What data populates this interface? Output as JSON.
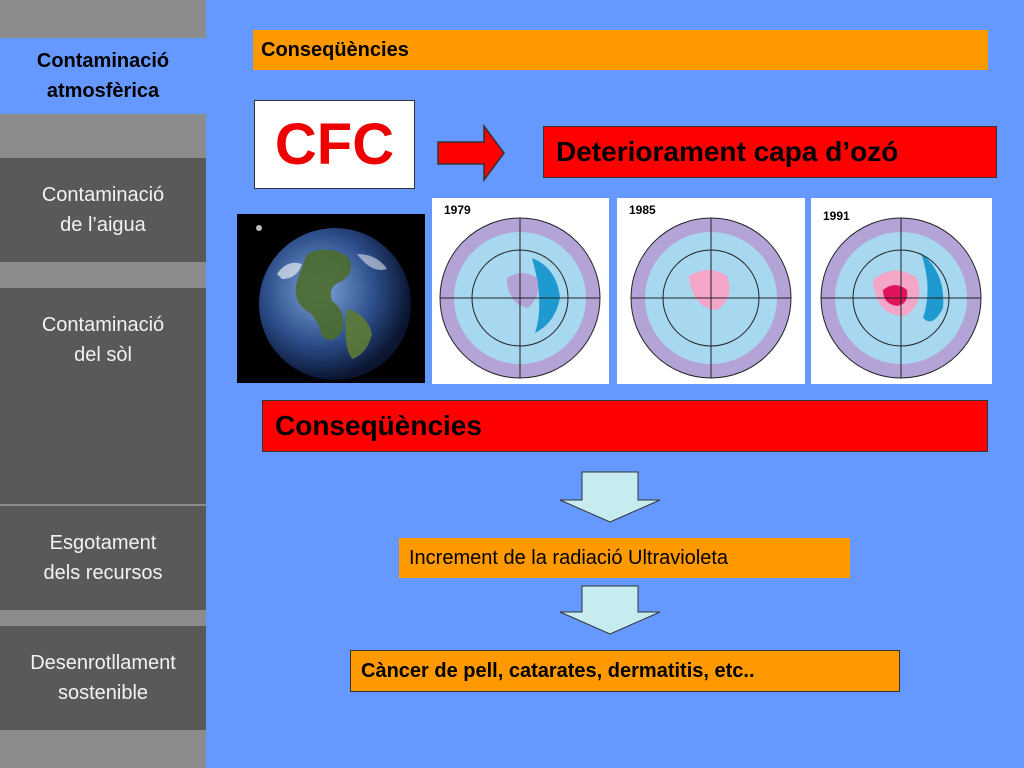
{
  "sidebar": {
    "items": [
      {
        "label": "Contaminació\natmosfèrica",
        "active": true
      },
      {
        "label": "Contaminació\nde l’aigua",
        "active": false
      },
      {
        "label": "Contaminació\ndel sòl",
        "active": false
      },
      {
        "label": "",
        "active": false
      },
      {
        "label": "Esgotament\ndels recursos",
        "active": false
      },
      {
        "label": "Desenrotllament\nsostenible",
        "active": false
      }
    ]
  },
  "main": {
    "title": "Conseqüències",
    "cfc_label": "CFC",
    "deterioration": "Deteriorament capa d’ozó",
    "ozone_years": [
      "1979",
      "1985",
      "1991"
    ],
    "consequences": "Conseqüències",
    "uv_increase": "Increment de la radiació Ultravioleta",
    "effects": "Càncer de pell, catarates, dermatitis, etc.."
  },
  "colors": {
    "background": "#6699ff",
    "sidebar_button": "#595959",
    "sidebar_active": "#6699ff",
    "orange": "#ff9900",
    "red": "#ff0000",
    "arrow_fill": "#c6ecf0"
  }
}
